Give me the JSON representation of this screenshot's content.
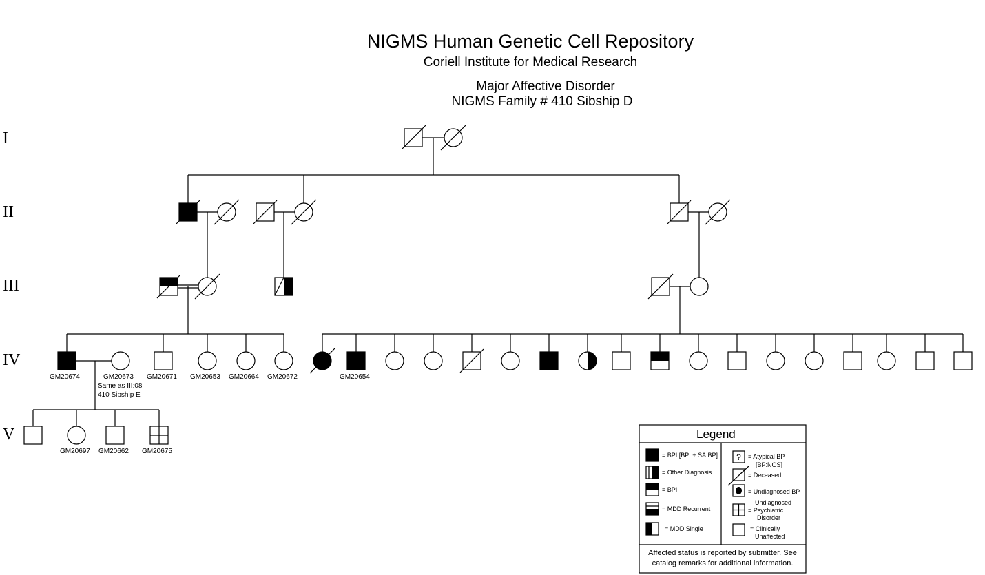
{
  "header": {
    "title": "NIGMS Human Genetic Cell Repository",
    "institute": "Coriell Institute for Medical Research",
    "disorder": "Major Affective Disorder",
    "family": "NIGMS Family # 410 Sibship D"
  },
  "generations": [
    "I",
    "II",
    "III",
    "IV",
    "V"
  ],
  "individual_ids": {
    "iv1": "GM20674",
    "iv_spouse": "GM20673",
    "iv_spouse_note_1": "Same as III:08",
    "iv_spouse_note_2": "410 Sibship E",
    "iv3": "GM20671",
    "iv4": "GM20653",
    "iv5": "GM20664",
    "iv6": "GM20672",
    "iv8": "GM20654",
    "v2": "GM20697",
    "v3": "GM20662",
    "v4": "GM20675"
  },
  "legend": {
    "title": "Legend",
    "bpi": "= BPI [BPI + SA:BP]",
    "other_diagnosis": "= Other Diagnosis",
    "bpii": "= BPII",
    "mdd_recurrent": "= MDD Recurrent",
    "mdd_single": "= MDD Single",
    "atypical_symbol": "?",
    "atypical_1": "=  Atypical BP",
    "atypical_2": "[BP:NOS]",
    "deceased": "= Deceased",
    "undiagnosed_bp": "= Undiagnosed BP",
    "undiagnosed_psych_1": "Undiagnosed",
    "undiagnosed_psych_2": "= Psychiatric",
    "undiagnosed_psych_3": "Disorder",
    "unaffected_1": "= Clinically",
    "unaffected_2": "Unaffected",
    "note_1": "Affected status is reported by submitter. See",
    "note_2": "catalog remarks for additional information."
  },
  "colors": {
    "ink": "#000000",
    "background": "#ffffff"
  }
}
